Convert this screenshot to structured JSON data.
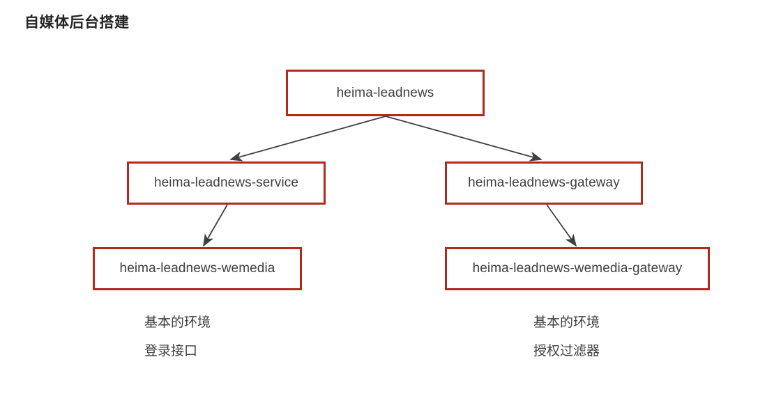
{
  "page": {
    "title": "自媒体后台搭建",
    "background_color": "#ffffff",
    "box_border_color": "#b12a1c",
    "text_color": "#3f3f3f",
    "arrow_color": "#404040"
  },
  "diagram": {
    "type": "tree",
    "nodes": [
      {
        "id": "root",
        "label": "heima-leadnews"
      },
      {
        "id": "service",
        "label": "heima-leadnews-service"
      },
      {
        "id": "gateway",
        "label": "heima-leadnews-gateway"
      },
      {
        "id": "wemedia",
        "label": "heima-leadnews-wemedia"
      },
      {
        "id": "wemedia_gw",
        "label": "heima-leadnews-wemedia-gateway"
      }
    ],
    "edges": [
      {
        "from": "root",
        "to": "service"
      },
      {
        "from": "root",
        "to": "gateway"
      },
      {
        "from": "service",
        "to": "wemedia"
      },
      {
        "from": "gateway",
        "to": "wemedia_gw"
      }
    ]
  },
  "captions": {
    "left": [
      "基本的环境",
      "登录接口"
    ],
    "right": [
      "基本的环境",
      "授权过滤器"
    ]
  }
}
